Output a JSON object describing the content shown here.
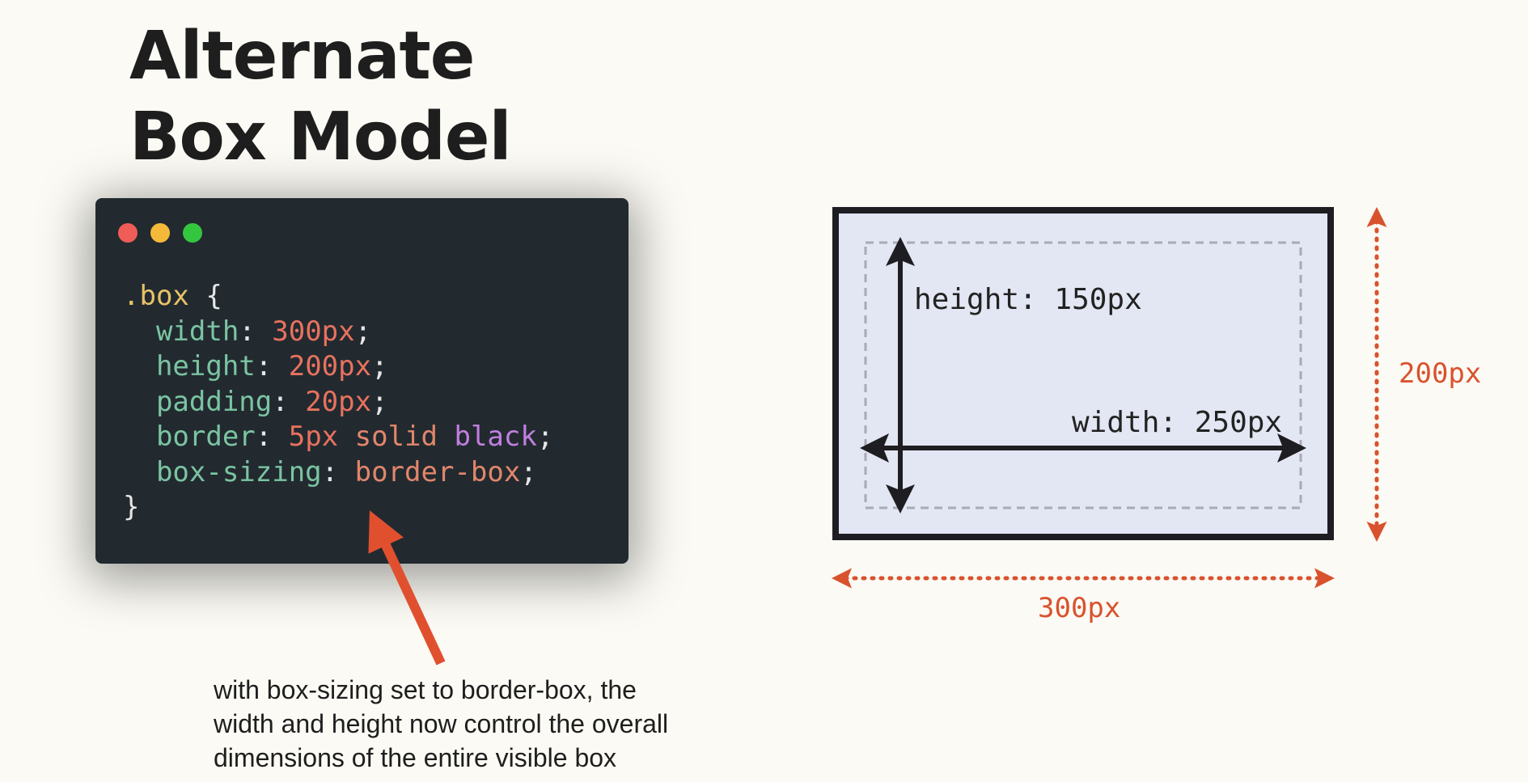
{
  "title": {
    "line1": "Alternate",
    "line2": "Box Model"
  },
  "code_window": {
    "lines": [
      [
        {
          "t": ".box",
          "c": "sel"
        },
        {
          "t": " {",
          "c": "punc"
        }
      ],
      [
        {
          "t": "  width",
          "c": "prop"
        },
        {
          "t": ": ",
          "c": "punc"
        },
        {
          "t": "300px",
          "c": "num"
        },
        {
          "t": ";",
          "c": "punc"
        }
      ],
      [
        {
          "t": "  height",
          "c": "prop"
        },
        {
          "t": ": ",
          "c": "punc"
        },
        {
          "t": "200px",
          "c": "num"
        },
        {
          "t": ";",
          "c": "punc"
        }
      ],
      [
        {
          "t": "  padding",
          "c": "prop"
        },
        {
          "t": ": ",
          "c": "punc"
        },
        {
          "t": "20px",
          "c": "num"
        },
        {
          "t": ";",
          "c": "punc"
        }
      ],
      [
        {
          "t": "  border",
          "c": "prop"
        },
        {
          "t": ": ",
          "c": "punc"
        },
        {
          "t": "5px",
          "c": "num"
        },
        {
          "t": " ",
          "c": "punc"
        },
        {
          "t": "solid",
          "c": "kw"
        },
        {
          "t": " ",
          "c": "punc"
        },
        {
          "t": "black",
          "c": "col"
        },
        {
          "t": ";",
          "c": "punc"
        }
      ],
      [
        {
          "t": "  box-sizing",
          "c": "prop"
        },
        {
          "t": ": ",
          "c": "punc"
        },
        {
          "t": "border-box",
          "c": "kw"
        },
        {
          "t": ";",
          "c": "punc"
        }
      ],
      [
        {
          "t": "}",
          "c": "punc"
        }
      ]
    ]
  },
  "caption": {
    "line1": "with box-sizing set to border-box, the",
    "line2": "width and height now control the overall",
    "line3": "dimensions of the entire visible box"
  },
  "diagram": {
    "content_height_label": "height: 150px",
    "content_width_label": "width: 250px",
    "outer_height_label": "200px",
    "outer_width_label": "300px"
  },
  "colors": {
    "accent": "#d9522e",
    "box_fill": "#e3e6f3",
    "border": "#1e1e22",
    "dashed": "#a9aab3"
  }
}
